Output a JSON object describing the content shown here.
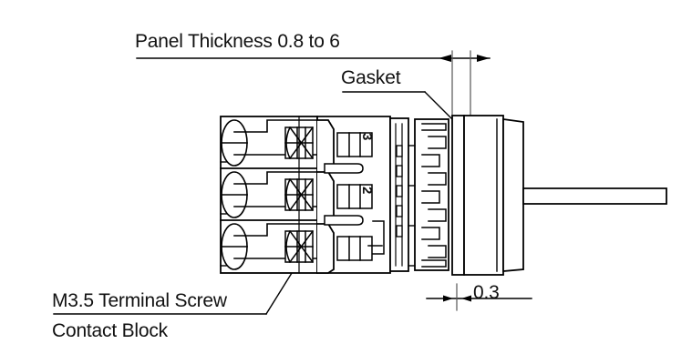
{
  "drawing": {
    "title": "Panel mount selector switch assembly cross-section",
    "line_color": "#000000",
    "fill_color": "#ffffff",
    "background": "#ffffff"
  },
  "annotations": {
    "panel_thickness": {
      "label": "Panel Thickness 0.8 to 6",
      "value": "0.8 to 6",
      "type": "dimension-leader"
    },
    "gasket": {
      "label": "Gasket",
      "type": "leader"
    },
    "terminal_screw": {
      "label": "M3.5 Terminal Screw",
      "type": "leader"
    },
    "contact_block": {
      "label": "Contact Block",
      "type": "leader"
    },
    "thickness_03": {
      "label": "0.3",
      "value": "0.3",
      "type": "dimension"
    }
  },
  "terminal_numbers": [
    {
      "id": "3",
      "label": "3"
    },
    {
      "id": "2",
      "label": "2"
    }
  ],
  "contacts": [
    {
      "index": 1,
      "screw": "M3.5",
      "position": "top"
    },
    {
      "index": 2,
      "screw": "M3.5",
      "position": "middle"
    },
    {
      "index": 3,
      "screw": "M3.5",
      "position": "bottom"
    }
  ]
}
